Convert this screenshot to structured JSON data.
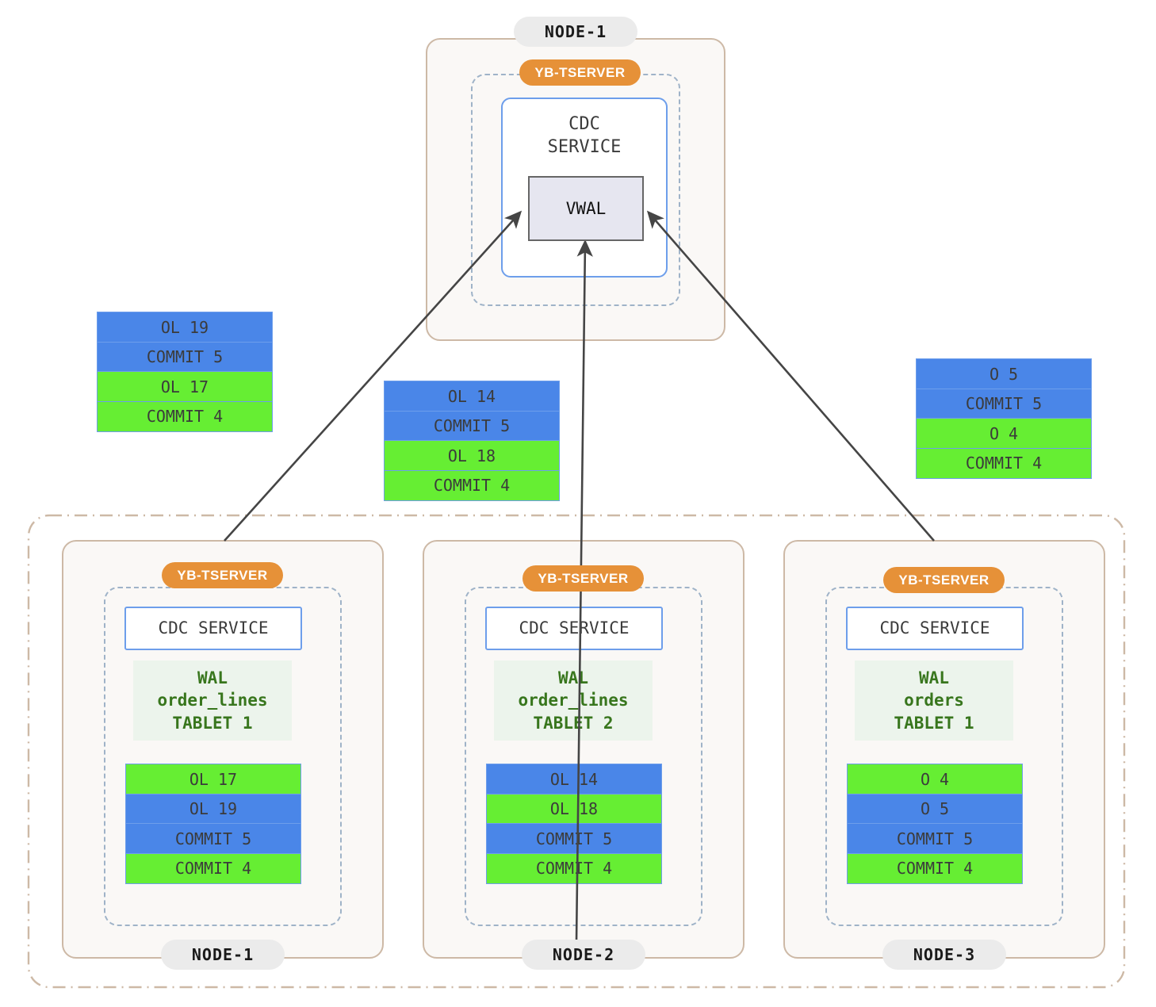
{
  "top_node": {
    "node_label": "NODE-1",
    "tserver_label": "YB-TSERVER",
    "cdc_label": "CDC\nSERVICE",
    "vwal_label": "VWAL"
  },
  "floating_stacks": [
    {
      "name": "left-stack",
      "records": [
        {
          "text": "OL 19",
          "color": "blue"
        },
        {
          "text": "COMMIT 5",
          "color": "blue"
        },
        {
          "text": "OL 17",
          "color": "green"
        },
        {
          "text": "COMMIT 4",
          "color": "green"
        }
      ]
    },
    {
      "name": "middle-stack",
      "records": [
        {
          "text": "OL 14",
          "color": "blue"
        },
        {
          "text": "COMMIT 5",
          "color": "blue"
        },
        {
          "text": "OL 18",
          "color": "green"
        },
        {
          "text": "COMMIT 4",
          "color": "green"
        }
      ]
    },
    {
      "name": "right-stack",
      "records": [
        {
          "text": "O 5",
          "color": "blue"
        },
        {
          "text": "COMMIT 5",
          "color": "blue"
        },
        {
          "text": "O 4",
          "color": "green"
        },
        {
          "text": "COMMIT 4",
          "color": "green"
        }
      ]
    }
  ],
  "bottom_nodes": [
    {
      "node_label": "NODE-1",
      "tserver_label": "YB-TSERVER",
      "cdc_label": "CDC SERVICE",
      "wal_lines": [
        "WAL",
        "order_lines",
        "TABLET 1"
      ],
      "records": [
        {
          "text": "OL 17",
          "color": "green"
        },
        {
          "text": "OL 19",
          "color": "blue"
        },
        {
          "text": "COMMIT 5",
          "color": "blue"
        },
        {
          "text": "COMMIT 4",
          "color": "green"
        }
      ]
    },
    {
      "node_label": "NODE-2",
      "tserver_label": "YB-TSERVER",
      "cdc_label": "CDC SERVICE",
      "wal_lines": [
        "WAL",
        "order_lines",
        "TABLET 2"
      ],
      "records": [
        {
          "text": "OL 14",
          "color": "blue"
        },
        {
          "text": "OL 18",
          "color": "green"
        },
        {
          "text": "COMMIT 5",
          "color": "blue"
        },
        {
          "text": "COMMIT 4",
          "color": "green"
        }
      ]
    },
    {
      "node_label": "NODE-3",
      "tserver_label": "YB-TSERVER",
      "cdc_label": "CDC SERVICE",
      "wal_lines": [
        "WAL",
        "orders",
        "TABLET 1"
      ],
      "records": [
        {
          "text": "O 4",
          "color": "green"
        },
        {
          "text": "O 5",
          "color": "blue"
        },
        {
          "text": "COMMIT 5",
          "color": "blue"
        },
        {
          "text": "COMMIT 4",
          "color": "green"
        }
      ]
    }
  ],
  "colors": {
    "record_blue": "#4a86e8",
    "record_green": "#66ee33",
    "tserver_orange": "#e69138",
    "node_border_tan": "#cdb9a6",
    "cdc_border_blue": "#6d9eeb",
    "wal_green_text": "#38761d",
    "arrow_gray": "#454545"
  }
}
